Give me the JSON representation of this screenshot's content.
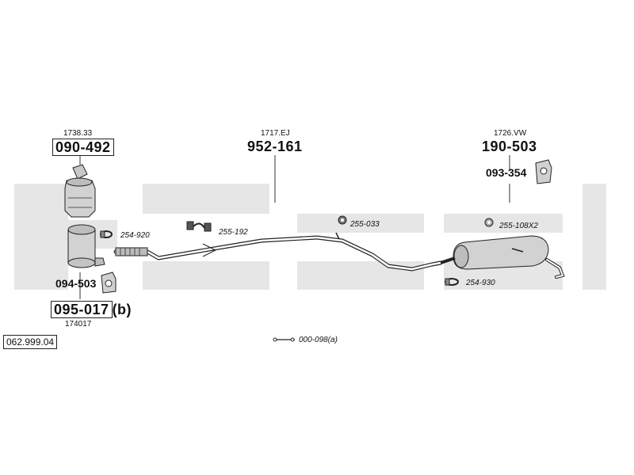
{
  "reference_number": "062.999.04",
  "catalyst_group": {
    "ref_top": "1738.33",
    "part_top": "090-492",
    "bracket_part": "094-503",
    "part_bottom": "095-017",
    "part_bottom_suffix": "(b)",
    "ref_bottom": "174017",
    "clamp_part": "254-920"
  },
  "center_pipe": {
    "ref": "1717.EJ",
    "part": "952-161",
    "hanger_part": "255-192",
    "rubber_part": "255-033"
  },
  "rear_muffler": {
    "ref": "1726.VW",
    "part": "190-503",
    "bracket_part": "093-354",
    "rubber_part": "255-108X2",
    "clamp_part": "254-930"
  },
  "accessory_part": "000-098(a)",
  "icons": [
    "catalytic-converter-icon",
    "particulate-filter-icon",
    "clamp-icon",
    "hanger-icon",
    "rubber-ring-icon",
    "bracket-icon",
    "muffler-icon",
    "pipe-icon",
    "rod-icon"
  ]
}
